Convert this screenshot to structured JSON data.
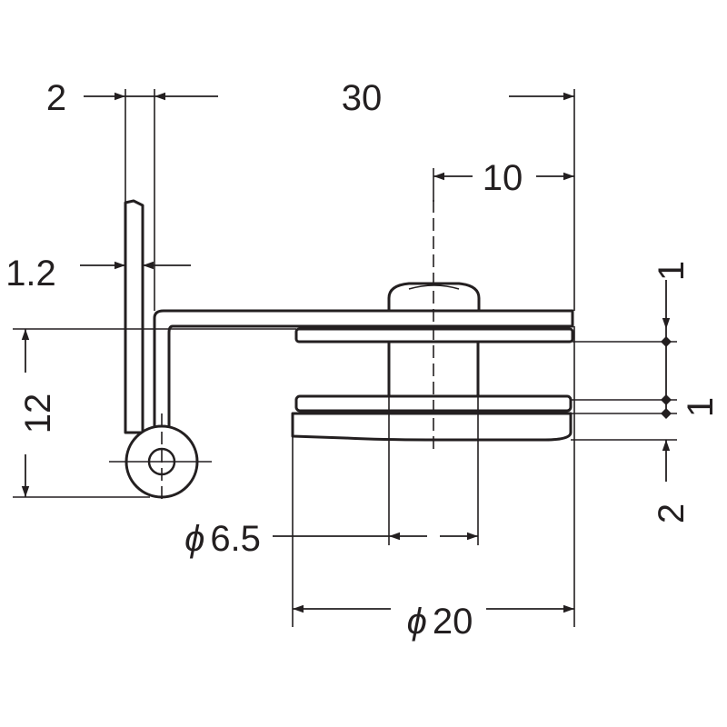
{
  "colors": {
    "ink": "#231f20",
    "paper": "#ffffff"
  },
  "dimensions": {
    "top_thickness": "2",
    "overall_length": "30",
    "center_offset": "10",
    "leaf_thickness": "1.2",
    "height": "12",
    "plate_thickness": "1",
    "washer_thickness": "1",
    "base_thickness": "2",
    "shaft_diameter_symbol": "ϕ",
    "shaft_diameter": "6.5",
    "base_diameter_symbol": "ϕ",
    "base_diameter": "20"
  }
}
